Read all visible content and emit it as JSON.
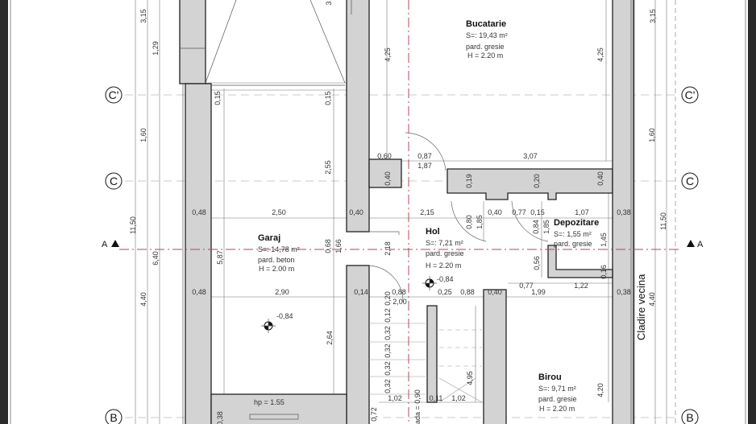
{
  "rooms": [
    {
      "name": "Bucatarie",
      "area": "S=: 19,43 m²",
      "floor": "pard. gresie",
      "height": "H = 2.20 m"
    },
    {
      "name": "Garaj",
      "area": "S=: 14,78 m²",
      "floor": "pard. beton",
      "height": "H = 2.00 m"
    },
    {
      "name": "Hol",
      "area": "S=: 7,21 m²",
      "floor": "pard. gresie",
      "height": "H = 2.20 m"
    },
    {
      "name": "Depozitare",
      "area": "S=: 1,55 m²",
      "floor": "pard. gresie"
    },
    {
      "name": "Birou",
      "area": "S=: 9,71 m²",
      "floor": "pard. gresie",
      "height": "H = 2.20 m"
    }
  ],
  "neighbor_label": "Cladire vecina",
  "levels": [
    "-0,84",
    "-0,84"
  ],
  "axes": {
    "c_prime": "C'",
    "c": "C",
    "b": "B",
    "section": "A"
  },
  "window_sill": "hp = 1.55",
  "stair_label": "ada = 0,90",
  "dims": [
    "0,60",
    "0,87",
    "1,87",
    "3,07",
    "0,48",
    "2,50",
    "0,40",
    "2,15",
    "0,40",
    "0,77",
    "0,15",
    "1,07",
    "0,38",
    "0,48",
    "2,90",
    "0,14",
    "0,88",
    "2,00",
    "0,25",
    "0,88",
    "0,40",
    "0,77",
    "1,99",
    "1,22",
    "0,38",
    "1,02",
    "0,11",
    "1,02",
    "3,15",
    "1,29",
    "0,15",
    "0,15",
    "4,25",
    "4,25",
    "3,15",
    "1,60",
    "1,60",
    "2,55",
    "0,40",
    "0,19",
    "0,20",
    "0,40",
    "11,50",
    "11,50",
    "6,40",
    "5,87",
    "0,68",
    "1,66",
    "2,18",
    "0,80",
    "1,85",
    "0,84",
    "1,85",
    "1,45",
    "0,56",
    "0,16",
    "4,40",
    "4,40",
    "2,64",
    "0,20",
    "0,12",
    "0,32",
    "0,32",
    "0,32",
    "0,32",
    "4,95",
    "4,20",
    "0,72",
    "0,38",
    "3"
  ]
}
